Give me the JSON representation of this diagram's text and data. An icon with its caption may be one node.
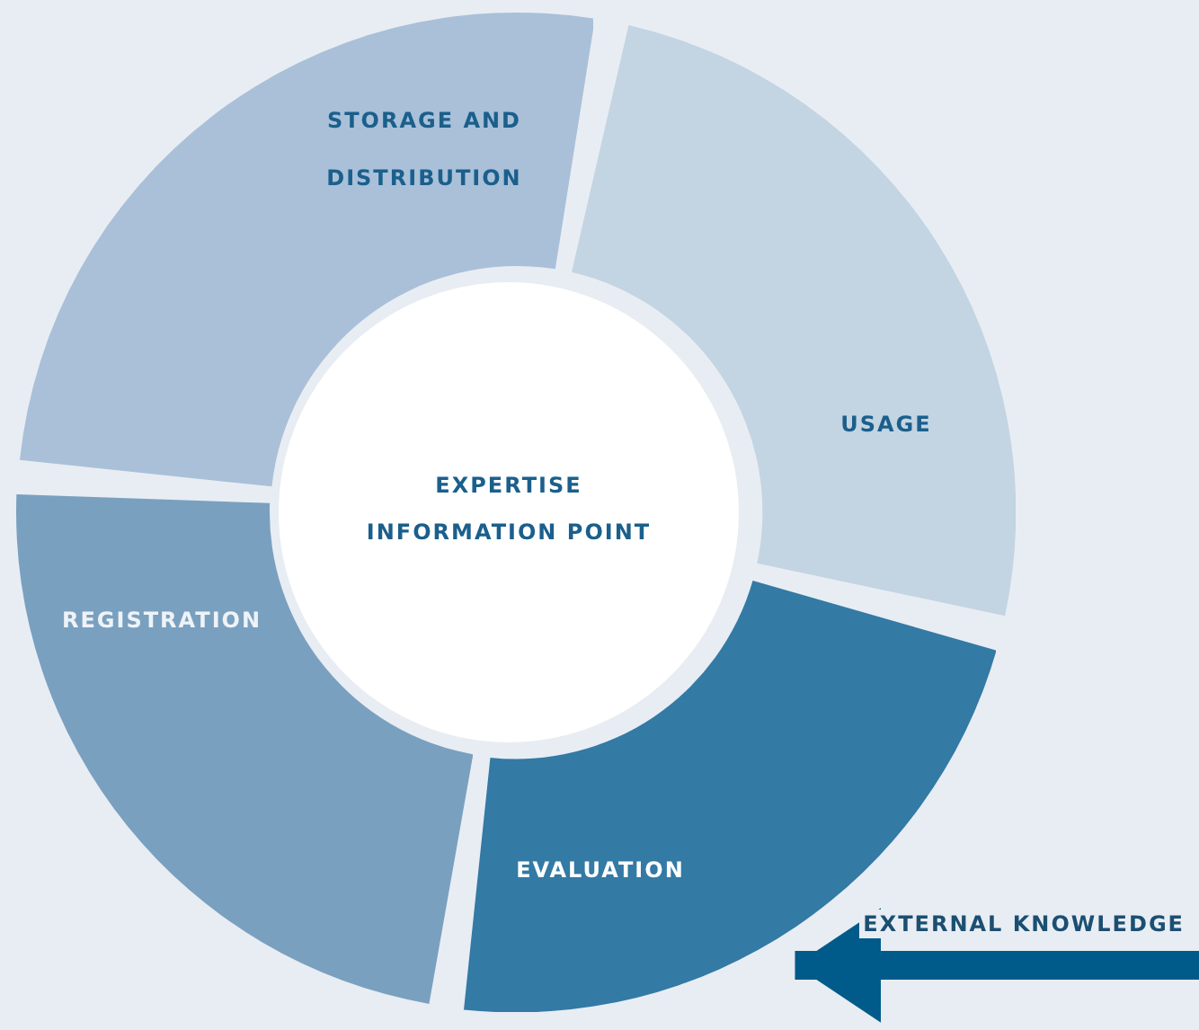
{
  "diagram": {
    "nodes": [
      {
        "text": [
          "EXPERTISE INFORMATION POINT"
        ]
      },
      {
        "text": [
          "STORAGE AND DISTRIBUTION"
        ]
      },
      {
        "text": [
          "USAGE"
        ]
      },
      {
        "text": [
          "EVALUATION"
        ]
      },
      {
        "text": [
          "REGISTRATION"
        ]
      }
    ],
    "edges": [
      {
        "from": null,
        "to": 3,
        "arrow": "to",
        "label": "EXTERNAL KNOWLEDGE"
      }
    ]
  }
}
